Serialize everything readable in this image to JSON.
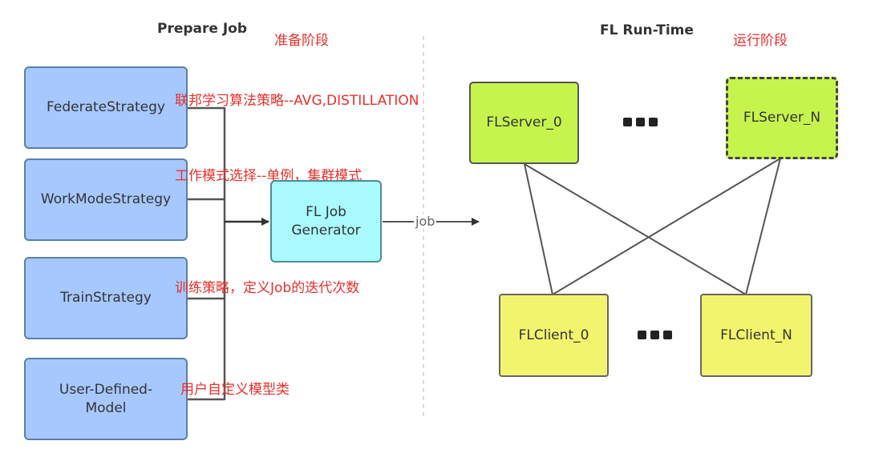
{
  "prepare_section": {
    "title": "Prepare Job",
    "note": "准备阶段"
  },
  "runtime_section": {
    "title": "FL Run-Time",
    "note": "运行阶段"
  },
  "strategies": [
    {
      "label": "FederateStrategy",
      "note": "联邦学习算法策略--AVG,DISTILLATION"
    },
    {
      "label": "WorkModeStrategy",
      "note": "工作模式选择--单例，集群模式"
    },
    {
      "label": "TrainStrategy",
      "note": "训练策略，定义Job的迭代次数"
    },
    {
      "label": "User-Defined-\nModel",
      "note": "用户自定义模型类"
    }
  ],
  "generator": {
    "label": "FL Job\nGenerator"
  },
  "arrow_label": "job",
  "servers": [
    {
      "label": "FLServer_0"
    },
    {
      "label": "FLServer_N"
    }
  ],
  "clients": [
    {
      "label": "FLClient_0"
    },
    {
      "label": "FLClient_N"
    }
  ],
  "colors": {
    "strategy_fill": "#a6c8ff",
    "generator_fill": "#a9fbff",
    "server_fill": "#c6f44d",
    "client_fill": "#f3f46d",
    "annotation": "#e8302c"
  }
}
